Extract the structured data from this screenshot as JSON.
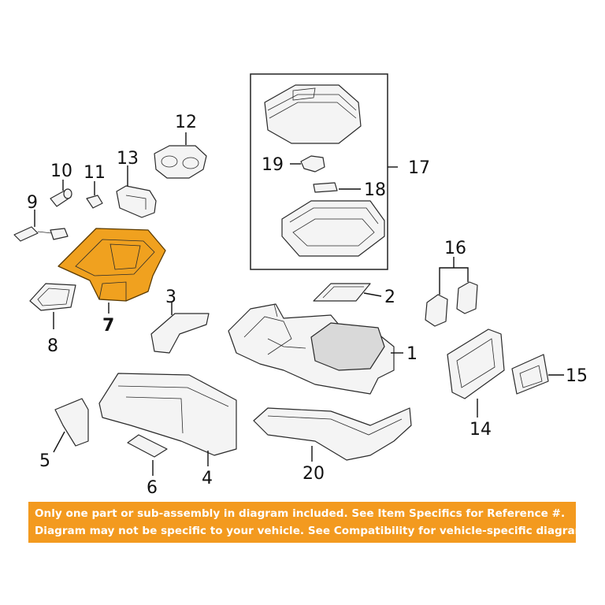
{
  "diagram": {
    "highlight_color": "#f0a11f",
    "callouts": {
      "c1": "1",
      "c2": "2",
      "c3": "3",
      "c4": "4",
      "c5": "5",
      "c6": "6",
      "c7": "7",
      "c8": "8",
      "c9": "9",
      "c10": "10",
      "c11": "11",
      "c12": "12",
      "c13": "13",
      "c14": "14",
      "c15": "15",
      "c16": "16",
      "c17": "17",
      "c18": "18",
      "c19": "19",
      "c20": "20"
    }
  },
  "disclaimer": {
    "line1": "Only one part or sub-assembly in diagram included. See Item Specifics for Reference #.",
    "line2": "Diagram may not be specific to your vehicle. See Compatibility for vehicle-specific diagrams.",
    "background": "#f39a1f"
  }
}
